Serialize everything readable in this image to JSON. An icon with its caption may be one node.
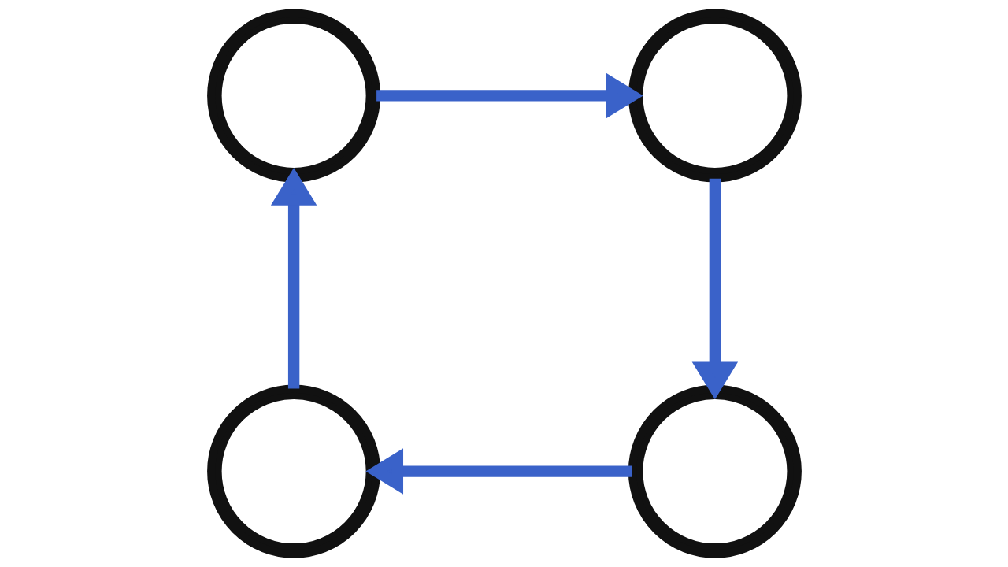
{
  "diagram": {
    "nodes": [
      {
        "text": [],
        "shape": "circle"
      },
      {
        "text": [],
        "shape": "circle"
      },
      {
        "text": [],
        "shape": "circle"
      },
      {
        "text": [],
        "shape": "circle"
      }
    ],
    "edges": [
      {
        "from": 0,
        "to": 1,
        "arrow": "to"
      },
      {
        "from": 1,
        "to": 3,
        "arrow": "to"
      },
      {
        "from": 3,
        "to": 2,
        "arrow": "to"
      },
      {
        "from": 2,
        "to": 0,
        "arrow": "to"
      }
    ]
  }
}
